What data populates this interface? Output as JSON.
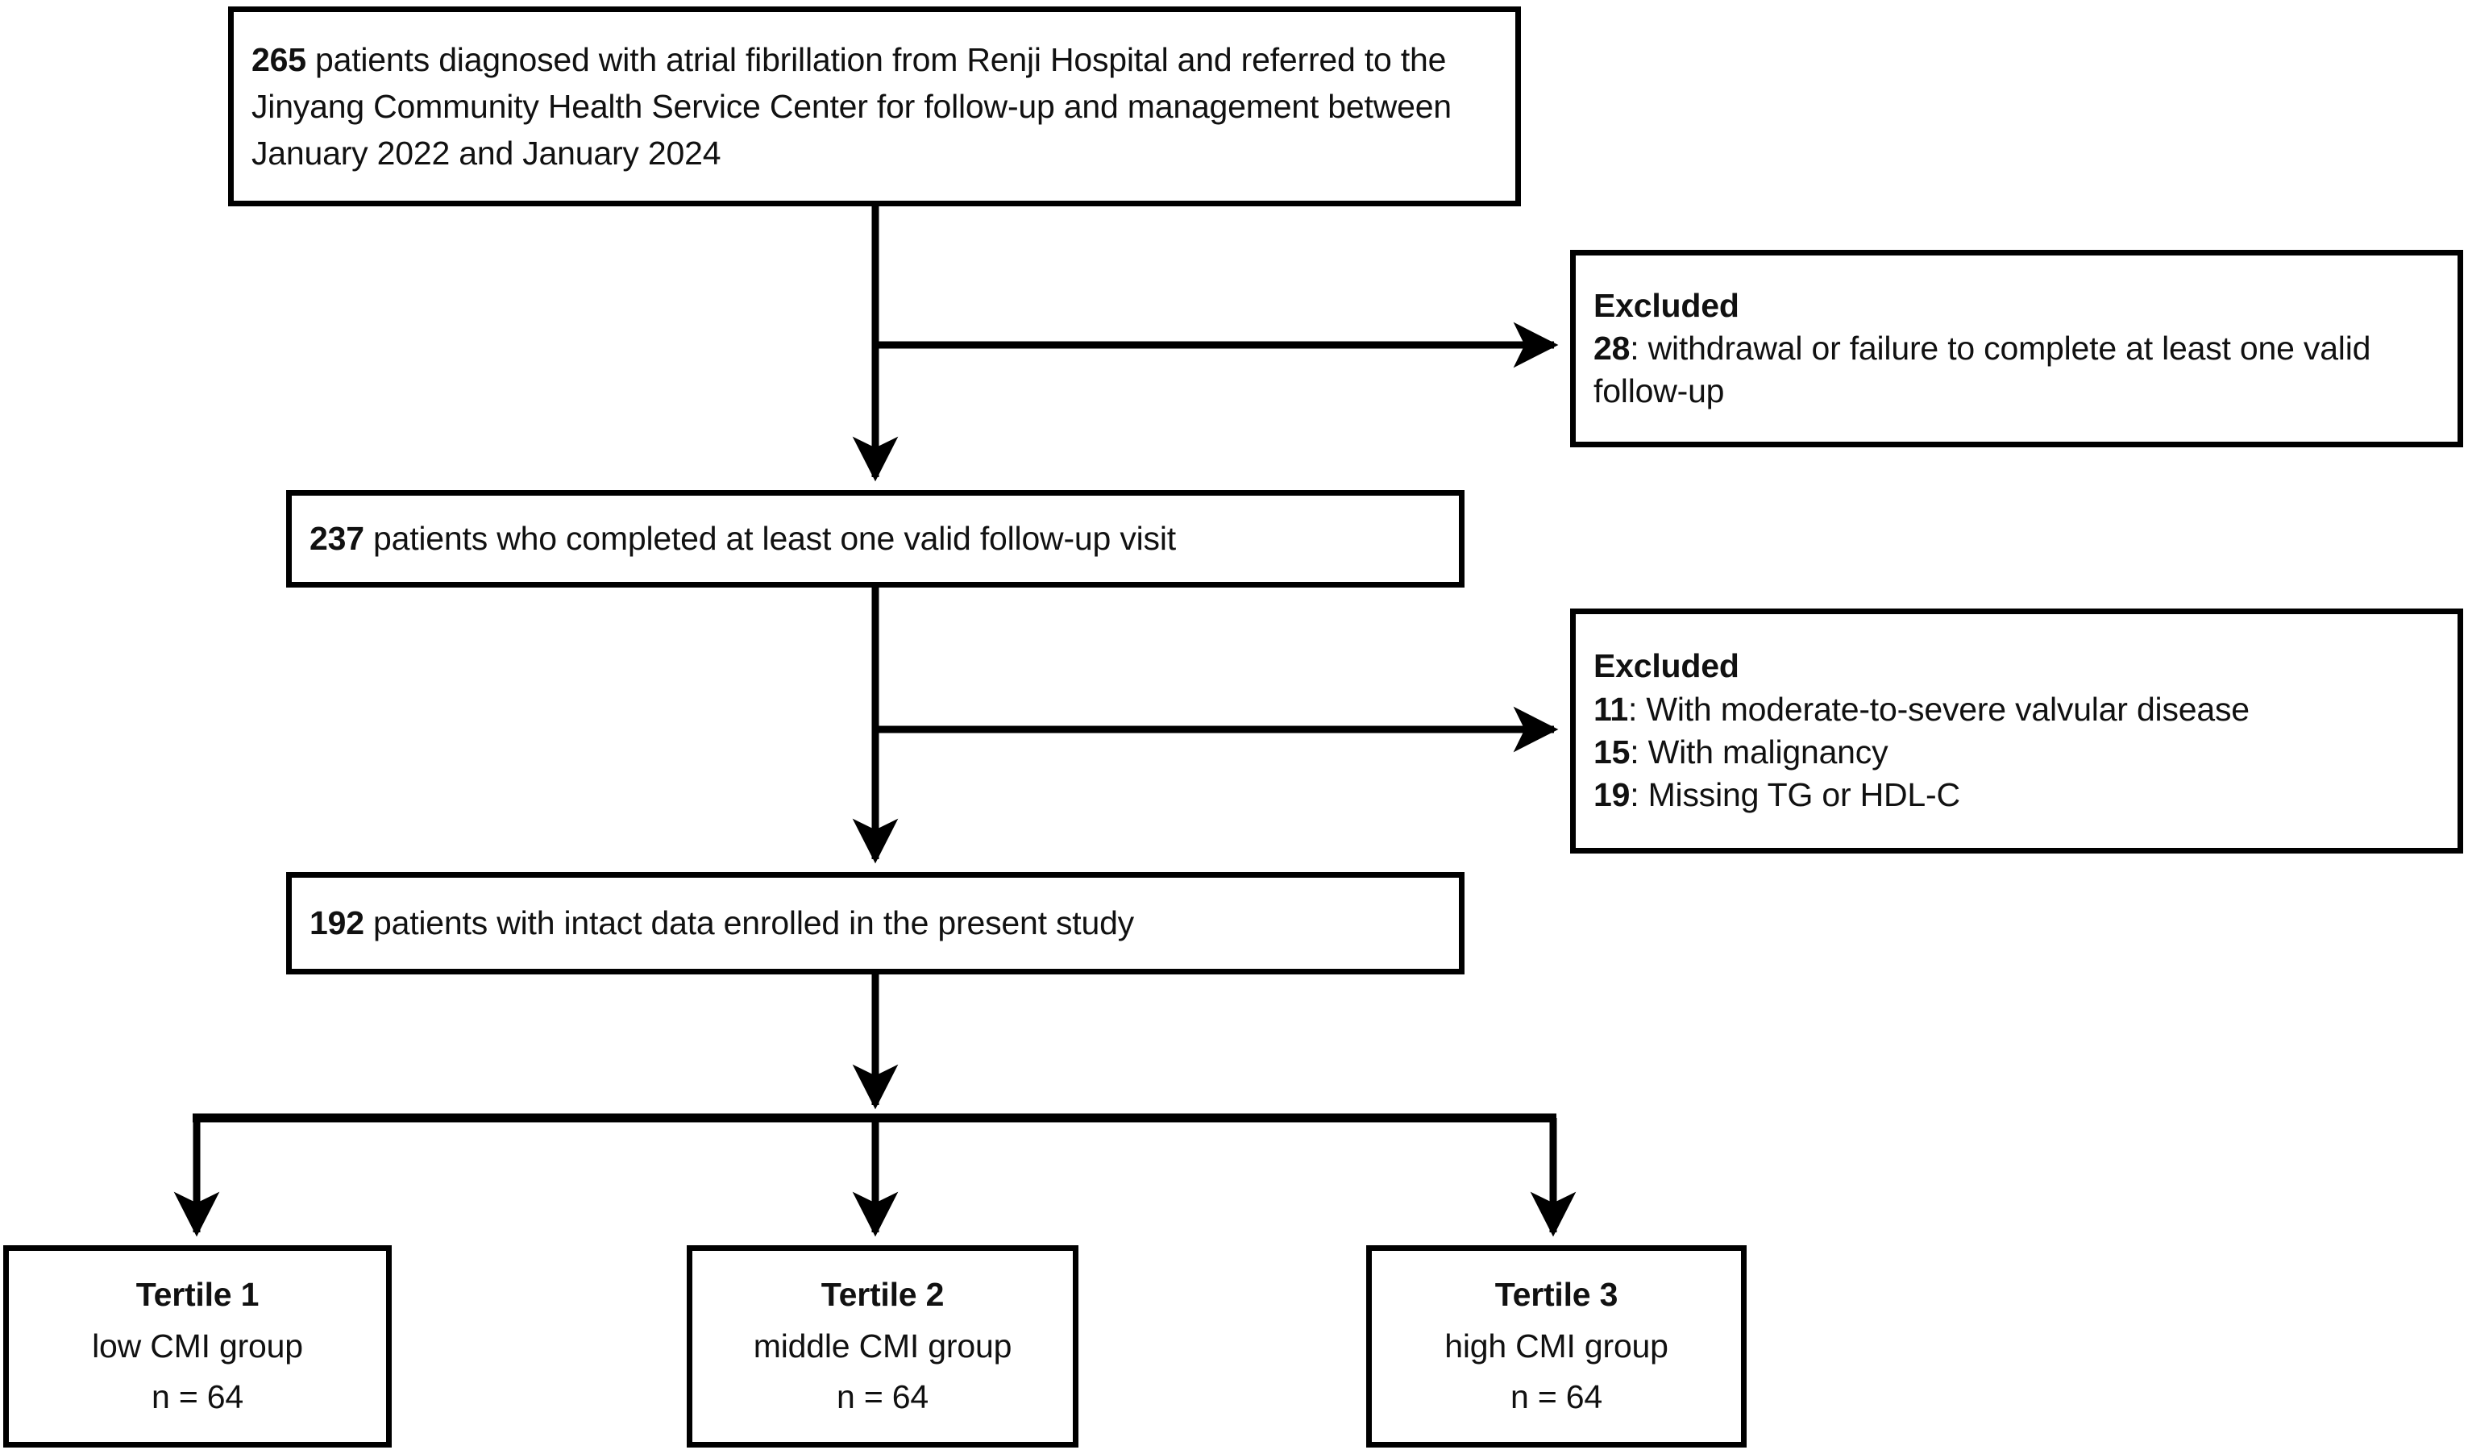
{
  "diagram": {
    "title": "Patient enrollment flow diagram",
    "colors": {
      "stroke": "#000000",
      "background": "#ffffff",
      "text": "#111111"
    },
    "nodes": {
      "enrolled": {
        "count": "265",
        "text": " patients diagnosed with atrial fibrillation from Renji Hospital and referred to the Jinyang Community Health Service Center for follow-up and management between January 2022 and January 2024"
      },
      "followup": {
        "count": "237",
        "text": " patients who completed at least one valid follow-up visit"
      },
      "intact": {
        "count": "192",
        "text": " patients with intact data enrolled in the present study"
      },
      "excluded_1": {
        "heading": "Excluded",
        "reasons": [
          {
            "count": "28",
            "text": ": withdrawal or failure to complete at least one valid follow-up"
          }
        ]
      },
      "excluded_2": {
        "heading": "Excluded",
        "reasons": [
          {
            "count": "11",
            "text": ": With moderate-to-severe valvular disease"
          },
          {
            "count": "15",
            "text": ": With malignancy"
          },
          {
            "count": "19",
            "text": ": Missing TG or HDL-C"
          }
        ]
      },
      "tertile_1": {
        "heading": "Tertile 1",
        "group": "low CMI group",
        "n": "n = 64"
      },
      "tertile_2": {
        "heading": "Tertile 2",
        "group": "middle CMI group",
        "n": "n = 64"
      },
      "tertile_3": {
        "heading": "Tertile 3",
        "group": "high CMI group",
        "n": "n = 64"
      }
    }
  }
}
